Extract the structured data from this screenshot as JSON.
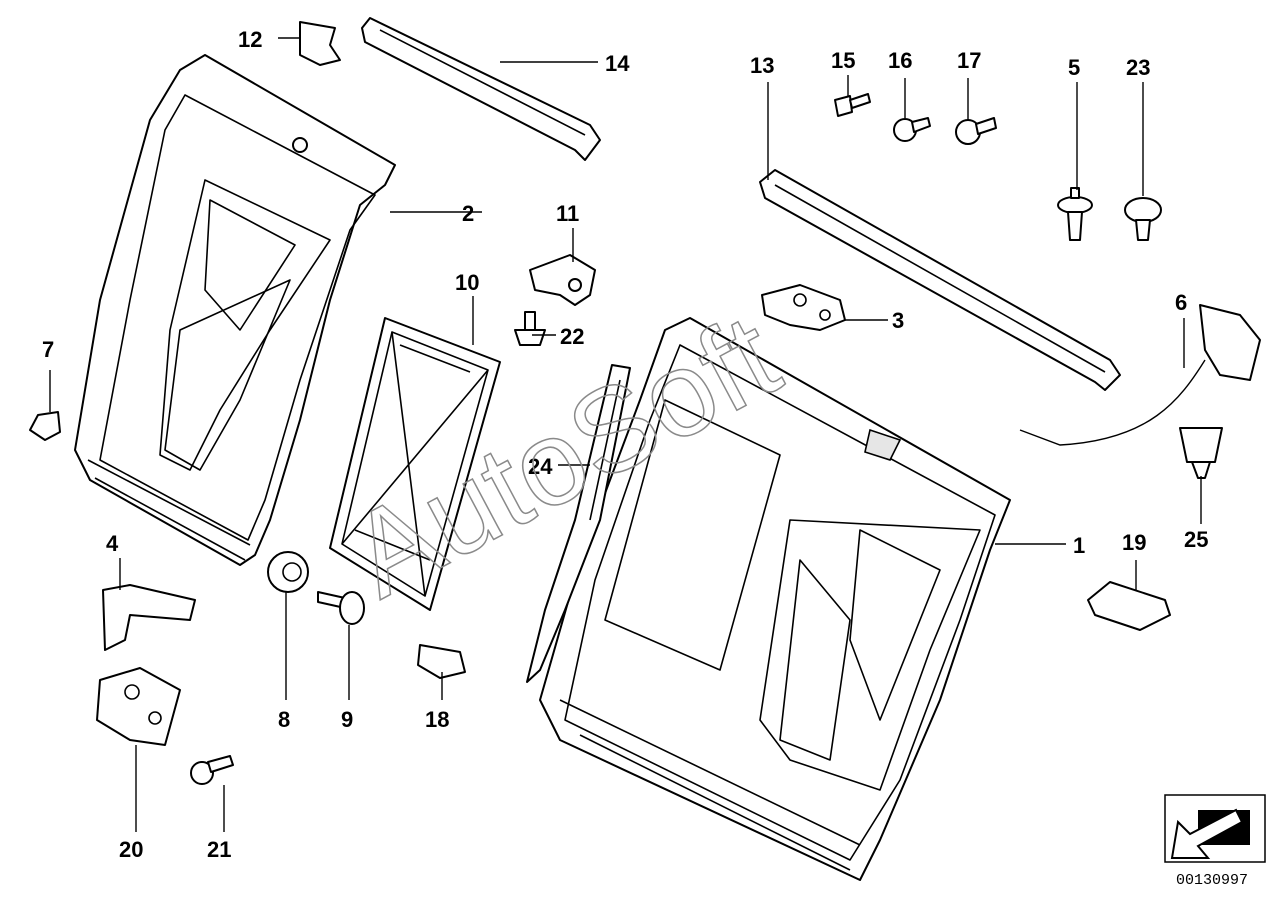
{
  "callouts": {
    "p1": "1",
    "p2": "2",
    "p3": "3",
    "p4": "4",
    "p5": "5",
    "p6": "6",
    "p7": "7",
    "p8": "8",
    "p9": "9",
    "p10": "10",
    "p11": "11",
    "p12": "12",
    "p13": "13",
    "p14": "14",
    "p15": "15",
    "p16": "16",
    "p17": "17",
    "p18": "18",
    "p19": "19",
    "p20": "20",
    "p21": "21",
    "p22": "22",
    "p23": "23",
    "p24": "24",
    "p25": "25"
  },
  "watermark": "AutoSoft",
  "reference_number": "00130997",
  "colors": {
    "line": "#000000",
    "shading": "#e6e6e6",
    "watermark": "#8a8a8a"
  },
  "icons": {
    "corner_badge": "arrow-badge-icon"
  }
}
